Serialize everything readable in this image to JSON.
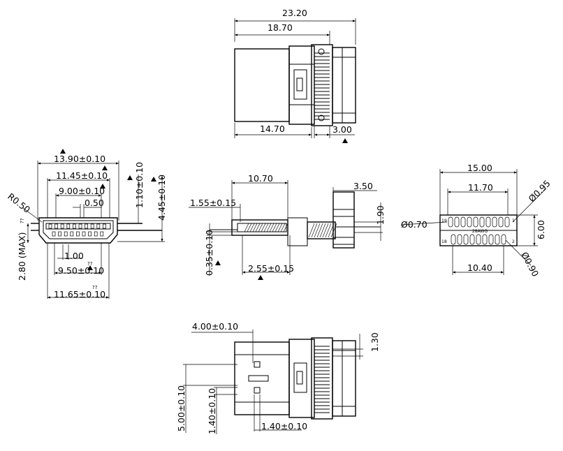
{
  "top_view": {
    "dim_overall": "23.20",
    "dim_body": "18.70",
    "dim_front": "14.70",
    "dim_rear": "3.00"
  },
  "front_view": {
    "dim_outer_width": "13.90±0.10",
    "dim_inner_width": "11.45±0.10",
    "dim_contact_span": "9.00±0.10",
    "dim_pitch": "0.50",
    "dim_radius": "R0.50",
    "dim_gap": "1.10±0.10",
    "dim_height": "4.45±0.10",
    "dim_max_height": "2.80 (MAX)",
    "dim_one": "1.00",
    "dim_lower_span": "9.50±0.10",
    "dim_bottom_width": "11.65±0.10",
    "unknown_mark": "??"
  },
  "side_view": {
    "dim_length": "10.70",
    "dim_tail": "3.50",
    "dim_shell": "1.55±0.15",
    "dim_thickness": "1.90",
    "dim_step": "0.35±0.10",
    "dim_base": "2.55±0.15"
  },
  "rear_view": {
    "dim_width": "15.00",
    "dim_pitch_span": "11.70",
    "dim_hole_large": "Ø0.95",
    "dim_hole_small": "Ø0.70",
    "dim_height": "6.00",
    "dim_lower_span": "10.40",
    "dim_pin_hole": "Ø0.90",
    "label_wire": "28AWG",
    "pin_19": "19",
    "pin_1": "1",
    "pin_18": "18",
    "pin_2": "2"
  },
  "bottom_view": {
    "dim_offset": "4.00±0.10",
    "dim_tab": "1.30",
    "dim_overall": "5.00±0.10",
    "dim_slot": "1.40±0.10",
    "dim_slot_width": "1.40±0.10"
  }
}
